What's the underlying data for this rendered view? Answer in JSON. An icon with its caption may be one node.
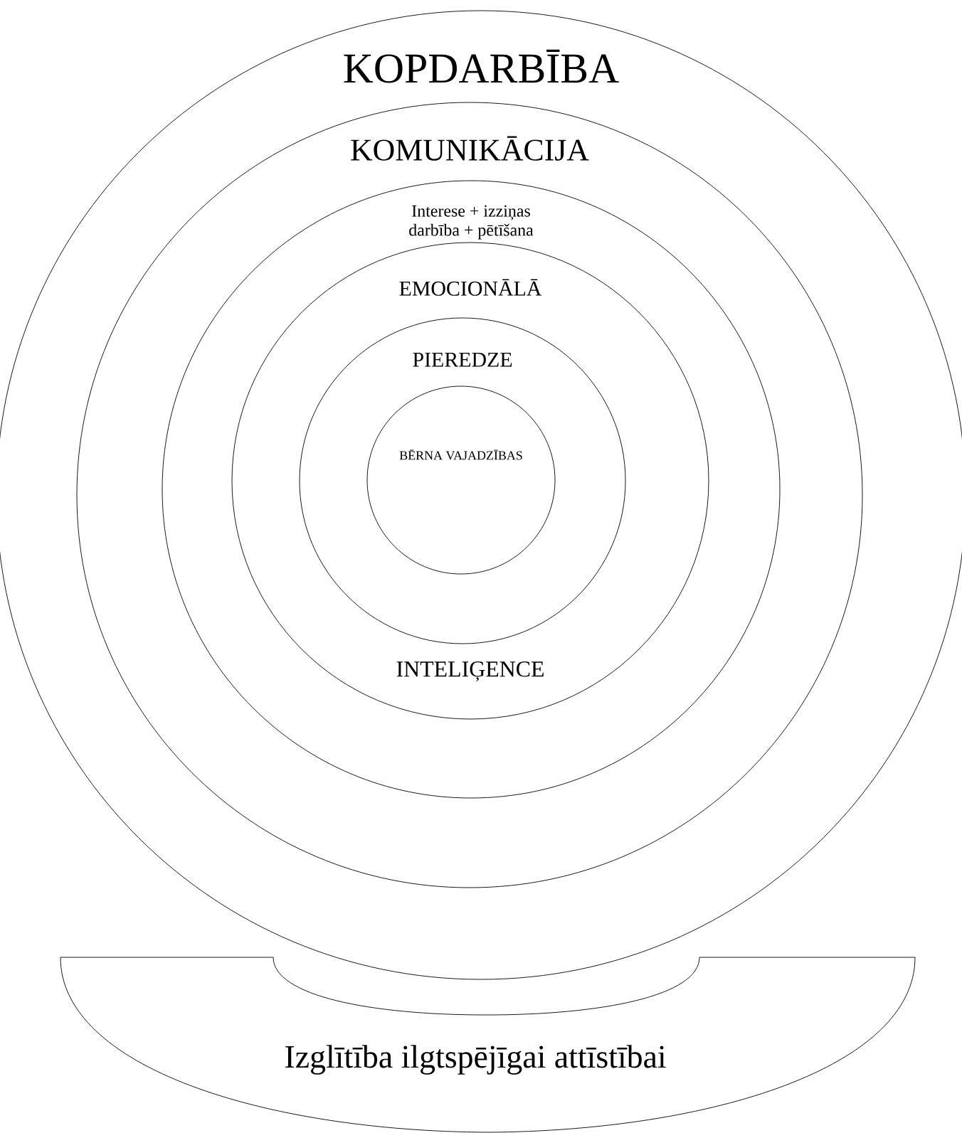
{
  "diagram": {
    "nodes": [
      {
        "text": [
          "KOPDARBĪBA"
        ]
      },
      {
        "text": [
          "KOMUNIKĀCIJA"
        ],
        "in": 0
      },
      {
        "text": [
          "Interese + izziņas darbība + pētīšana"
        ],
        "in": 1
      },
      {
        "text": [
          "EMOCIONĀLĀ",
          "INTELIĢENCE"
        ],
        "in": 2
      },
      {
        "text": [
          "PIEREDZE"
        ],
        "in": 3
      },
      {
        "text": [
          "BĒRNA VAJADZĪBAS"
        ],
        "in": 4
      },
      {
        "text": [
          "Izglītība ilgtspējīgai attīstībai"
        ]
      }
    ]
  }
}
